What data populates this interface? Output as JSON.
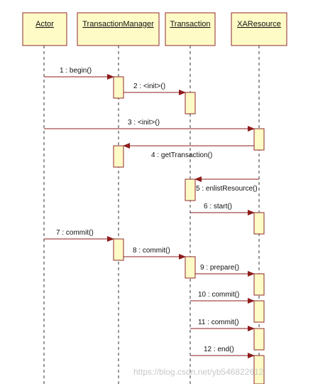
{
  "colors": {
    "box_fill": "#fffbc6",
    "box_border": "#8e2a2a",
    "arrow": "#8e1c1c"
  },
  "lifelines": [
    {
      "name": "Actor"
    },
    {
      "name": "TransactionManager"
    },
    {
      "name": "Transaction"
    },
    {
      "name": "XAResource"
    }
  ],
  "messages": [
    {
      "label": "1 : begin()"
    },
    {
      "label": "2 : <init>()"
    },
    {
      "label": "3 : <init>()"
    },
    {
      "label": "4 : getTransaction()"
    },
    {
      "label": "5 : enlistResource()"
    },
    {
      "label": "6 : start()"
    },
    {
      "label": "7 : commit()"
    },
    {
      "label": "8 : commit()"
    },
    {
      "label": "9 : prepare()"
    },
    {
      "label": "10 : commit()"
    },
    {
      "label": "11 : commit()"
    },
    {
      "label": "12 : end()"
    }
  ],
  "watermark": "https://blog.csdn.net/yb546822612"
}
